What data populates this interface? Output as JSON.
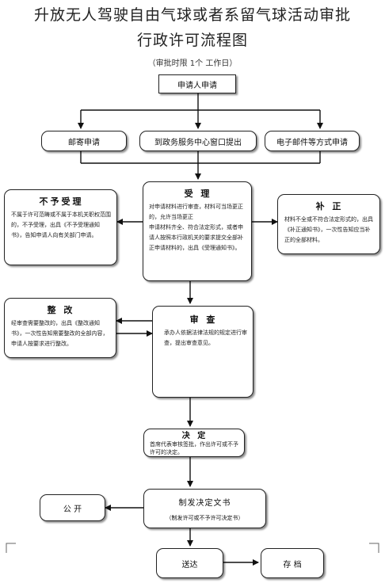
{
  "title_line1": "升放无人驾驶自由气球或者系留气球活动审批",
  "title_line2": "行政许可流程图",
  "subtitle": "（审批时限 1个   工作日）",
  "boxes": {
    "applicant": "申请人申请",
    "mail": "邮寄申请",
    "window": "到政务服务中心窗口提出",
    "email": "电子邮件等方式申请",
    "accept_title": "受  理",
    "accept_body": "对申请材料进行审查，材料可当场更正的，允许当场更正\n申请材料齐全、符合法定形式，或者申请人按照本行政机关的要求提交全部补正申请材料的，出具《受理通知书》。",
    "reject_title": "不予受理",
    "reject_body": "不属于许可范畴或不属于本机关职权范围的，不予受理，出具《不予受理通知书》，告知申请人向有关部门申请。",
    "supplement_title": "补  正",
    "supplement_body": "材料不全或不符合法定形式的，出具《补正通知书》，一次性告知应当补正的全部材料。",
    "rectify_title": "整  改",
    "rectify_body": "经审查需要整改的，出具《整改通知书》，一次性告知需要整改的全部内容，申请人按要求进行整改。",
    "review_title": "审  查",
    "review_body": "承办人依据法律法规的规定进行审查，提出审查意见。",
    "decide_title": "决  定",
    "decide_body": "首席代表审核签批，作出许可或不予许可的决定。",
    "issue_title": "制发决定文书",
    "issue_sub": "（制发许可或不予许可决定书）",
    "public": "公  开",
    "deliver": "送达",
    "archive": "存  档"
  }
}
